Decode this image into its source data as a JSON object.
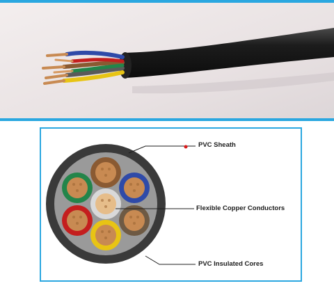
{
  "diagram": {
    "labels": {
      "sheath": "PVC Sheath",
      "conductors": "Flexible Copper Conductors",
      "cores": "PVC Insulated Cores"
    },
    "colors": {
      "accent_frame": "#2aa7e0",
      "sheath": "#3a3a3a",
      "filler": "#9a9a9a",
      "leader_dot": "#d81b1b",
      "copper": "#c88a52",
      "cores": [
        "#8a5a32",
        "#2f4aa8",
        "#6e5a44",
        "#e8c414",
        "#c41e1e",
        "#23854a",
        "#d9d9d9"
      ]
    }
  },
  "photo": {
    "subject": "multicore-cable-with-stripped-colored-wires"
  }
}
